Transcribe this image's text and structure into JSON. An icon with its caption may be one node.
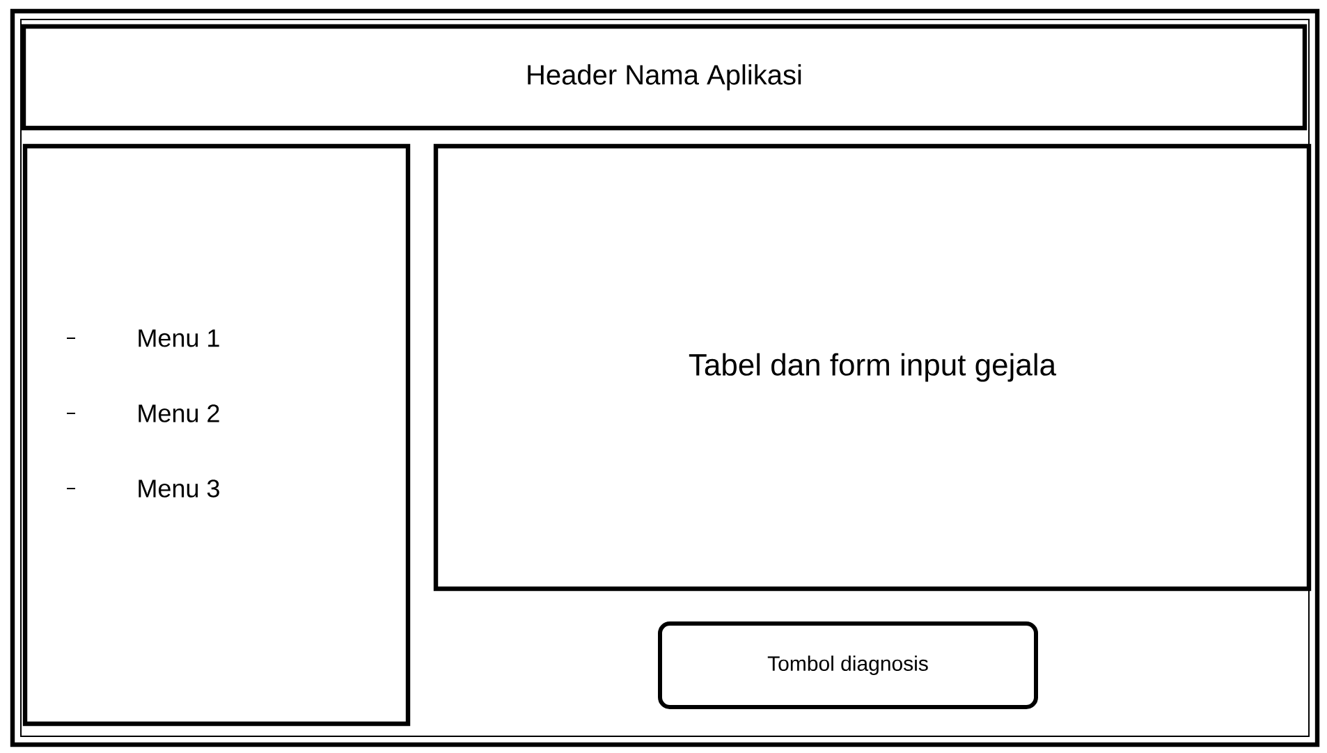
{
  "diagram": {
    "nodes": [
      {
        "text": [],
        "shape": "box"
      },
      {
        "text": [
          "Header Nama Aplikasi"
        ],
        "in": 0
      },
      {
        "text": [
          "Menu 1",
          "Menu 2",
          "Menu 3"
        ],
        "in": 0
      },
      {
        "text": [
          "Tabel dan form input gejala"
        ],
        "in": 0
      },
      {
        "text": [
          "Tombol diagnosis"
        ],
        "in": 0
      }
    ]
  }
}
